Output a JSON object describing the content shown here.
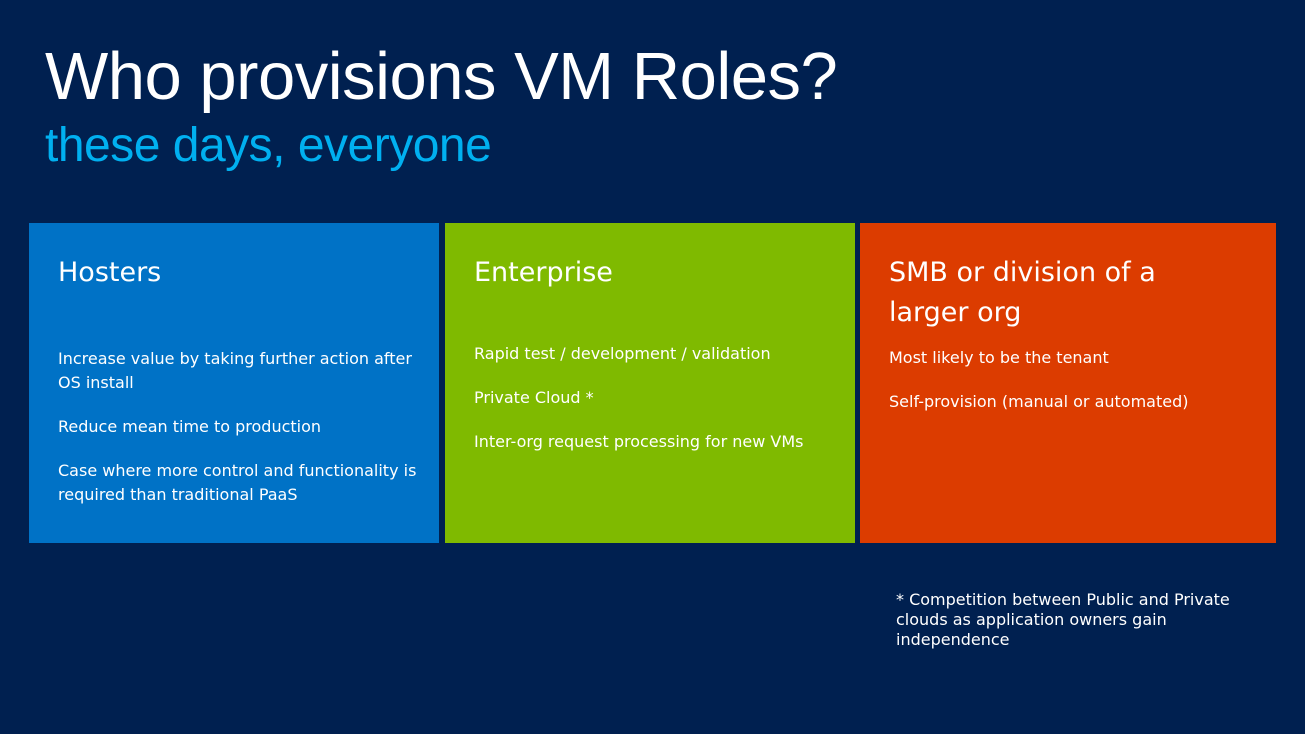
{
  "slide": {
    "title": "Who provisions VM Roles?",
    "subtitle": "these days, everyone",
    "colors": {
      "background": "#002050",
      "subtitle": "#00b0f0",
      "hosters": "#0072c6",
      "enterprise": "#7fba00",
      "smb": "#dc3c00"
    },
    "tiles": [
      {
        "heading": "Hosters",
        "items": [
          "Increase value by taking further action after OS install",
          "Reduce mean time to production",
          "Case where more control and functionality is required than traditional PaaS"
        ]
      },
      {
        "heading": "Enterprise",
        "items": [
          "Rapid test / development / validation",
          "Private Cloud *",
          "Inter-org request processing for new VMs"
        ]
      },
      {
        "heading": "SMB or division of a larger org",
        "items": [
          "Most likely to be the tenant",
          "Self-provision (manual or automated)"
        ]
      }
    ],
    "footnote": "* Competition between Public and Private clouds as application owners gain independence"
  }
}
